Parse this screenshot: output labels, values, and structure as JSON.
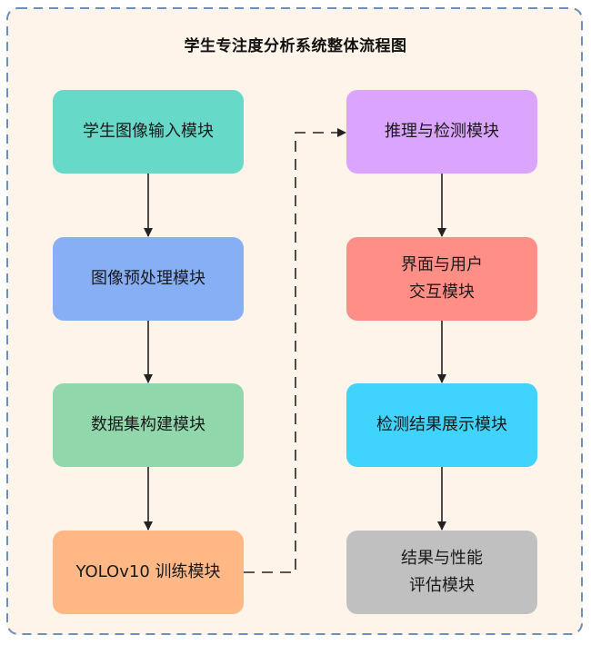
{
  "title": "学生专注度分析系统整体流程图",
  "colors": {
    "frame_bg": "#fef4e9",
    "frame_border": "#6b8fbf",
    "arrow": "#222222"
  },
  "left_column": [
    {
      "id": "input",
      "label": "学生图像输入模块",
      "color": "#66d9c8"
    },
    {
      "id": "preprocess",
      "label": "图像预处理模块",
      "color": "#86aff5"
    },
    {
      "id": "dataset",
      "label": "数据集构建模块",
      "color": "#90d8ab"
    },
    {
      "id": "training",
      "label": "YOLOv10 训练模块",
      "color": "#ffb885"
    }
  ],
  "right_column": [
    {
      "id": "inference",
      "label": "推理与检测模块",
      "color": "#dba4fe"
    },
    {
      "id": "ui",
      "label": "界面与用户\n交互模块",
      "color": "#ff8f86"
    },
    {
      "id": "display",
      "label": "检测结果展示模块",
      "color": "#40d3fe"
    },
    {
      "id": "evaluation",
      "label": "结果与性能\n评估模块",
      "color": "#c0c0c0"
    }
  ],
  "edges": [
    {
      "from": "input",
      "to": "preprocess",
      "style": "solid"
    },
    {
      "from": "preprocess",
      "to": "dataset",
      "style": "solid"
    },
    {
      "from": "dataset",
      "to": "training",
      "style": "solid"
    },
    {
      "from": "training",
      "to": "inference",
      "style": "dashed"
    },
    {
      "from": "inference",
      "to": "ui",
      "style": "solid"
    },
    {
      "from": "ui",
      "to": "display",
      "style": "solid"
    },
    {
      "from": "display",
      "to": "evaluation",
      "style": "solid"
    }
  ]
}
